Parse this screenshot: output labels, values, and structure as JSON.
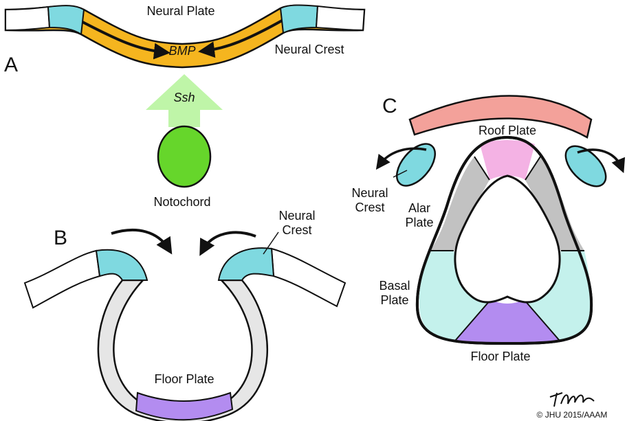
{
  "panels": {
    "a": "A",
    "b": "B",
    "c": "C"
  },
  "panel_a": {
    "neural_plate": "Neural Plate",
    "bmp": "BMP",
    "neural_crest": "Neural Crest",
    "ssh": "Ssh",
    "notochord": "Notochord"
  },
  "panel_b": {
    "neural_crest_line1": "Neural",
    "neural_crest_line2": "Crest",
    "floor_plate": "Floor Plate"
  },
  "panel_c": {
    "roof_plate": "Roof Plate",
    "neural_crest_line1": "Neural",
    "neural_crest_line2": "Crest",
    "alar_line1": "Alar",
    "alar_line2": "Plate",
    "basal_line1": "Basal",
    "basal_line2": "Plate",
    "floor_plate": "Floor Plate"
  },
  "copyright": "© JHU 2015/AAAM",
  "colors": {
    "bmp_band": "#f5b51f",
    "neural_crest": "#7fd9e0",
    "sonic_arrow": "#bff5a8",
    "notochord": "#66d62b",
    "neural_tube": "#e6e6e6",
    "floor_plate": "#b38cf0",
    "roof_plate": "#f4b2e4",
    "alar_plate": "#c2c2c2",
    "basal_plate": "#c4f1ec",
    "ectoderm": "#f3a19a"
  }
}
